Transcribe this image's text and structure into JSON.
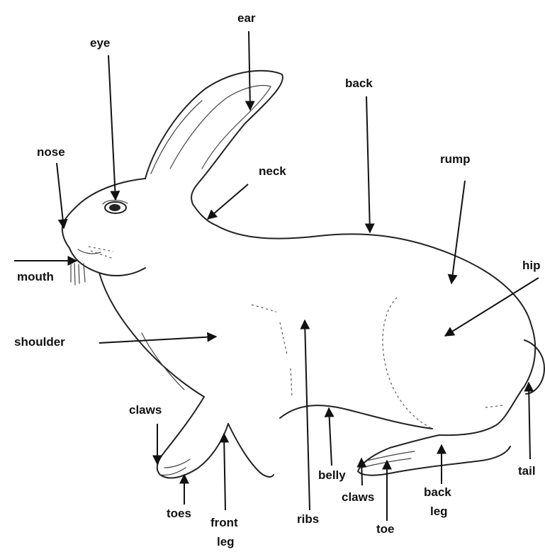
{
  "labels": {
    "ear": "ear",
    "eye": "eye",
    "back": "back",
    "nose": "nose",
    "neck": "neck",
    "rump": "rump",
    "mouth": "mouth",
    "hip": "hip",
    "shoulder": "shoulder",
    "claws_front": "claws",
    "toes": "toes",
    "front_leg_1": "front",
    "front_leg_2": "leg",
    "ribs": "ribs",
    "belly": "belly",
    "claws_back": "claws",
    "toe": "toe",
    "back_leg_1": "back",
    "back_leg_2": "leg",
    "tail": "tail"
  },
  "colors": {
    "ink": "#111111",
    "background": "#ffffff"
  }
}
